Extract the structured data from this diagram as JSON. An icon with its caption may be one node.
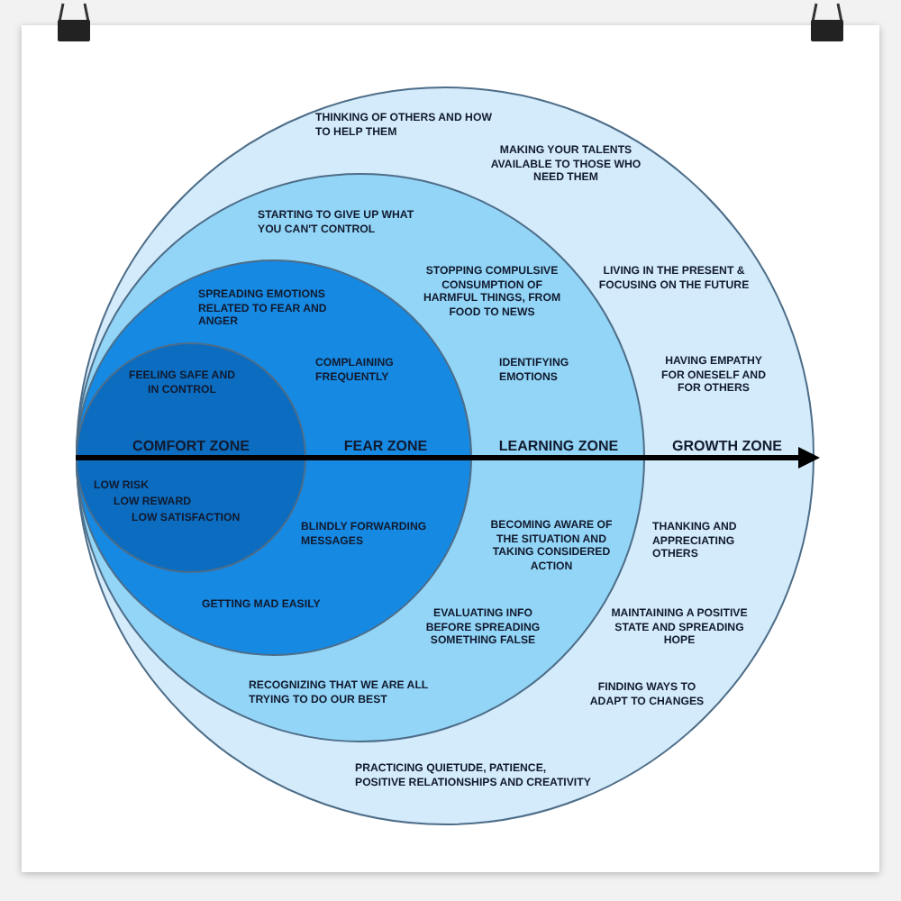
{
  "diagram": {
    "nodes": [
      {
        "text": [
          "THINKING OF OTHERS AND HOW TO HELP THEM",
          "MAKING YOUR TALENTS AVAILABLE TO THOSE WHO NEED THEM",
          "LIVING IN THE PRESENT & FOCUSING ON THE FUTURE",
          "HAVING EMPATHY FOR ONESELF AND FOR OTHERS",
          "GROWTH ZONE",
          "THANKING AND APPRECIATING OTHERS",
          "MAINTAINING A POSITIVE STATE AND SPREADING HOPE",
          "FINDING WAYS TO ADAPT TO CHANGES",
          "PRACTICING QUIETUDE, PATIENCE, POSITIVE RELATIONSHIPS AND CREATIVITY"
        ]
      },
      {
        "text": [
          "STARTING TO GIVE UP WHAT YOU CAN'T CONTROL",
          "STOPPING COMPULSIVE CONSUMPTION OF HARMFUL THINGS, FROM FOOD TO NEWS",
          "IDENTIFYING EMOTIONS",
          "LEARNING ZONE",
          "BECOMING AWARE OF THE SITUATION AND TAKING CONSIDERED ACTION",
          "EVALUATING INFO BEFORE SPREADING SOMETHING FALSE",
          "RECOGNIZING THAT WE ARE ALL TRYING TO DO OUR BEST"
        ],
        "in": 0
      },
      {
        "text": [
          "SPREADING EMOTIONS RELATED TO FEAR AND ANGER",
          "COMPLAINING FREQUENTLY",
          "FEAR ZONE",
          "BLINDLY FORWARDING MESSAGES",
          "GETTING MAD EASILY"
        ],
        "in": 1
      },
      {
        "text": [
          "FEELING SAFE AND IN CONTROL",
          "COMFORT ZONE",
          "LOW RISK",
          "LOW REWARD",
          "LOW SATISFACTION"
        ],
        "in": 2
      }
    ],
    "edges": [
      {
        "from": 3,
        "to": 0,
        "arrow": "to"
      }
    ]
  }
}
